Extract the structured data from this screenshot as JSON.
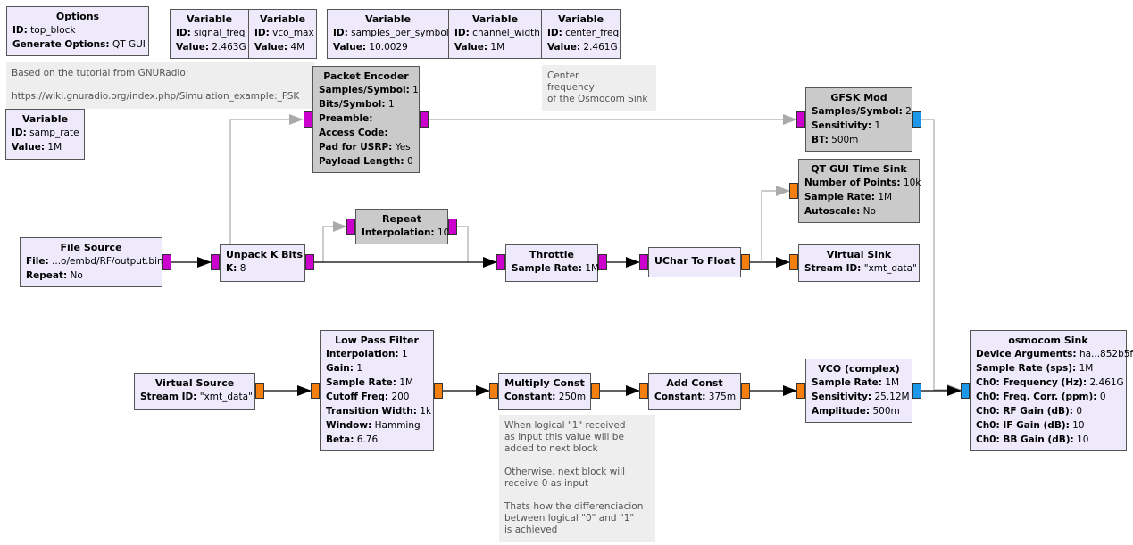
{
  "blocks": {
    "options": {
      "title": "Options",
      "props": [
        {
          "k": "ID:",
          "v": "top_block"
        },
        {
          "k": "Generate Options:",
          "v": "QT GUI"
        }
      ]
    },
    "var_signal_freq": {
      "title": "Variable",
      "props": [
        {
          "k": "ID:",
          "v": "signal_freq"
        },
        {
          "k": "Value:",
          "v": "2.463G"
        }
      ]
    },
    "var_vco_max": {
      "title": "Variable",
      "props": [
        {
          "k": "ID:",
          "v": "vco_max"
        },
        {
          "k": "Value:",
          "v": "4M"
        }
      ]
    },
    "var_samples_per_symbol": {
      "title": "Variable",
      "props": [
        {
          "k": "ID:",
          "v": "samples_per_symbol"
        },
        {
          "k": "Value:",
          "v": "10.0029"
        }
      ]
    },
    "var_channel_width": {
      "title": "Variable",
      "props": [
        {
          "k": "ID:",
          "v": "channel_width"
        },
        {
          "k": "Value:",
          "v": "1M"
        }
      ]
    },
    "var_center_freq": {
      "title": "Variable",
      "props": [
        {
          "k": "ID:",
          "v": "center_freq"
        },
        {
          "k": "Value:",
          "v": "2.461G"
        }
      ]
    },
    "var_samp_rate": {
      "title": "Variable",
      "props": [
        {
          "k": "ID:",
          "v": "samp_rate"
        },
        {
          "k": "Value:",
          "v": "1M"
        }
      ]
    },
    "packet_encoder": {
      "title": "Packet Encoder",
      "props": [
        {
          "k": "Samples/Symbol:",
          "v": "1"
        },
        {
          "k": "Bits/Symbol:",
          "v": "1"
        },
        {
          "k": "Preamble:",
          "v": ""
        },
        {
          "k": "Access Code:",
          "v": ""
        },
        {
          "k": "Pad for USRP:",
          "v": "Yes"
        },
        {
          "k": "Payload Length:",
          "v": "0"
        }
      ]
    },
    "gfsk_mod": {
      "title": "GFSK Mod",
      "props": [
        {
          "k": "Samples/Symbol:",
          "v": "2"
        },
        {
          "k": "Sensitivity:",
          "v": "1"
        },
        {
          "k": "BT:",
          "v": "500m"
        }
      ]
    },
    "qt_time_sink": {
      "title": "QT GUI Time Sink",
      "props": [
        {
          "k": "Number of Points:",
          "v": "10k"
        },
        {
          "k": "Sample Rate:",
          "v": "1M"
        },
        {
          "k": "Autoscale:",
          "v": "No"
        }
      ]
    },
    "repeat": {
      "title": "Repeat",
      "props": [
        {
          "k": "Interpolation:",
          "v": "10"
        }
      ]
    },
    "file_source": {
      "title": "File Source",
      "props": [
        {
          "k": "File:",
          "v": "...o/embd/RF/output.bin"
        },
        {
          "k": "Repeat:",
          "v": "No"
        }
      ]
    },
    "unpack_k_bits": {
      "title": "Unpack K Bits",
      "props": [
        {
          "k": "K:",
          "v": "8"
        }
      ]
    },
    "throttle": {
      "title": "Throttle",
      "props": [
        {
          "k": "Sample Rate:",
          "v": "1M"
        }
      ]
    },
    "uchar_to_float": {
      "title": "UChar To Float",
      "props": []
    },
    "virtual_sink": {
      "title": "Virtual Sink",
      "props": [
        {
          "k": "Stream ID:",
          "v": "\"xmt_data\""
        }
      ]
    },
    "virtual_source": {
      "title": "Virtual Source",
      "props": [
        {
          "k": "Stream ID:",
          "v": "\"xmt_data\""
        }
      ]
    },
    "low_pass_filter": {
      "title": "Low Pass Filter",
      "props": [
        {
          "k": "Interpolation:",
          "v": "1"
        },
        {
          "k": "Gain:",
          "v": "1"
        },
        {
          "k": "Sample Rate:",
          "v": "1M"
        },
        {
          "k": "Cutoff Freq:",
          "v": "200"
        },
        {
          "k": "Transition Width:",
          "v": "1k"
        },
        {
          "k": "Window:",
          "v": "Hamming"
        },
        {
          "k": "Beta:",
          "v": "6.76"
        }
      ]
    },
    "multiply_const": {
      "title": "Multiply Const",
      "props": [
        {
          "k": "Constant:",
          "v": "250m"
        }
      ]
    },
    "add_const": {
      "title": "Add Const",
      "props": [
        {
          "k": "Constant:",
          "v": "375m"
        }
      ]
    },
    "vco_complex": {
      "title": "VCO (complex)",
      "props": [
        {
          "k": "Sample Rate:",
          "v": "1M"
        },
        {
          "k": "Sensitivity:",
          "v": "25.12M"
        },
        {
          "k": "Amplitude:",
          "v": "500m"
        }
      ]
    },
    "osmocom_sink": {
      "title": "osmocom Sink",
      "props": [
        {
          "k": "Device Arguments:",
          "v": "ha...852b5f"
        },
        {
          "k": "Sample Rate (sps):",
          "v": "1M"
        },
        {
          "k": "Ch0: Frequency (Hz):",
          "v": "2.461G"
        },
        {
          "k": "Ch0: Freq. Corr. (ppm):",
          "v": "0"
        },
        {
          "k": "Ch0: RF Gain (dB):",
          "v": "0"
        },
        {
          "k": "Ch0: IF Gain (dB):",
          "v": "10"
        },
        {
          "k": "Ch0: BB Gain (dB):",
          "v": "10"
        }
      ]
    }
  },
  "notes": {
    "tutorial": [
      "Based on the tutorial from GNURadio:",
      "",
      "https://wiki.gnuradio.org/index.php/Simulation_example:_FSK"
    ],
    "center": [
      "Center",
      "frequency",
      "of the Osmocom Sink"
    ],
    "logic": [
      "When logical \"1\" received",
      "as input this value will be",
      "added to next block",
      "",
      "Otherwise, next block will",
      "receive 0 as input",
      "",
      "Thats how the differenciacion",
      "between logical \"0\" and \"1\"",
      "is achieved"
    ]
  },
  "colors": {
    "byte_port": "#cc00cc",
    "float_port": "#f47f0e",
    "complex_port": "#1d97e8",
    "enabled_block": "#eeeafc",
    "disabled_block": "#cacaca"
  }
}
